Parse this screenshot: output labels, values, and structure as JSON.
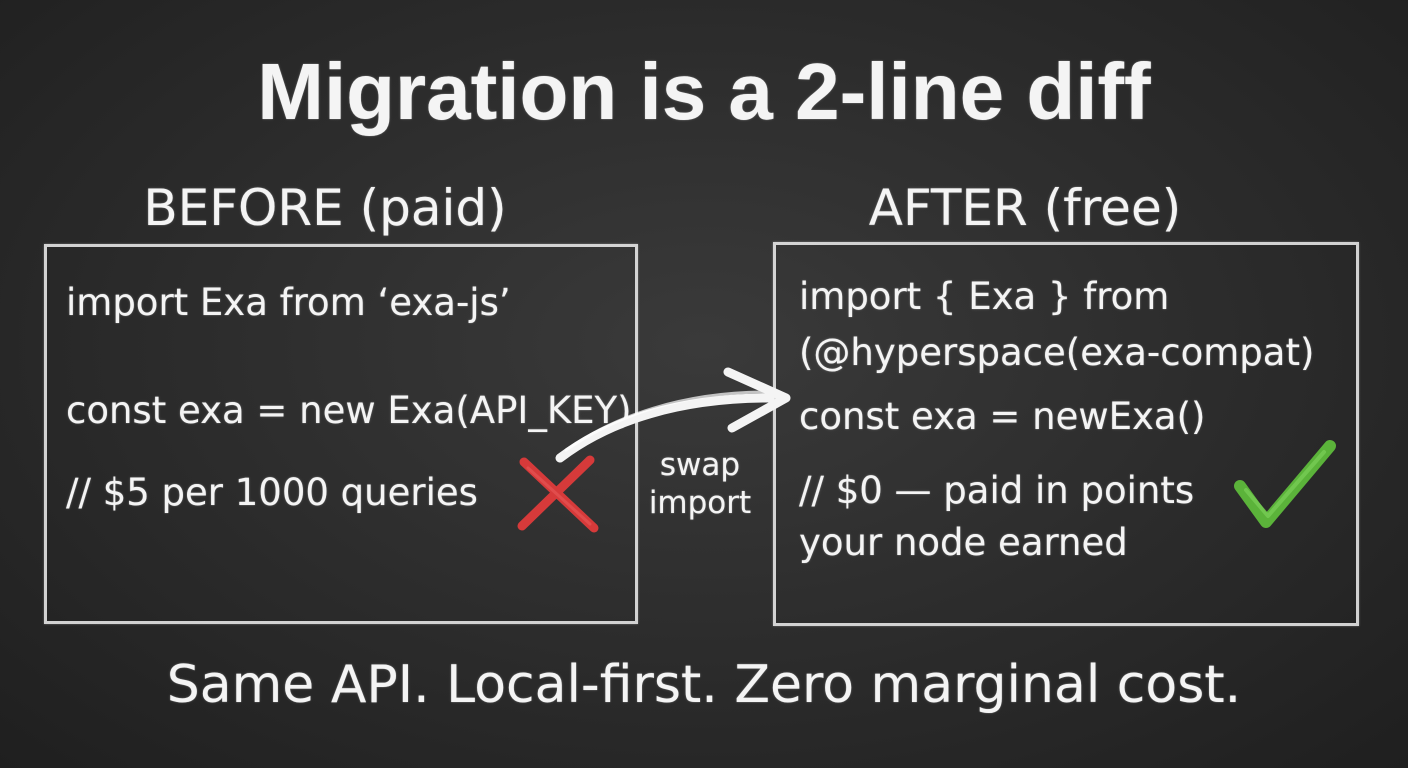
{
  "headline": "Migration is a 2-line diff",
  "before": {
    "heading": "BEFORE (paid)",
    "lines": [
      "import Exa from ‘exa-js’",
      "const exa = new Exa(API_KEY)",
      "// $5 per 1000 queries"
    ],
    "mark": "cross-icon"
  },
  "after": {
    "heading": "AFTER (free)",
    "lines": [
      "import { Exa } from",
      "(@hyperspace(exa-compat)",
      "const exa = newExa()",
      "// $0 — paid in points",
      "your node earned"
    ],
    "mark": "check-icon"
  },
  "arrow": {
    "label_line1": "swap",
    "label_line2": "import",
    "icon": "curved-arrow-icon"
  },
  "footer": "Same API. Local-first. Zero marginal cost.",
  "colors": {
    "chalkboard": "#2b2b2b",
    "chalk": "#f4f4f4",
    "cross": "#d63a3a",
    "check": "#5bb33a"
  }
}
